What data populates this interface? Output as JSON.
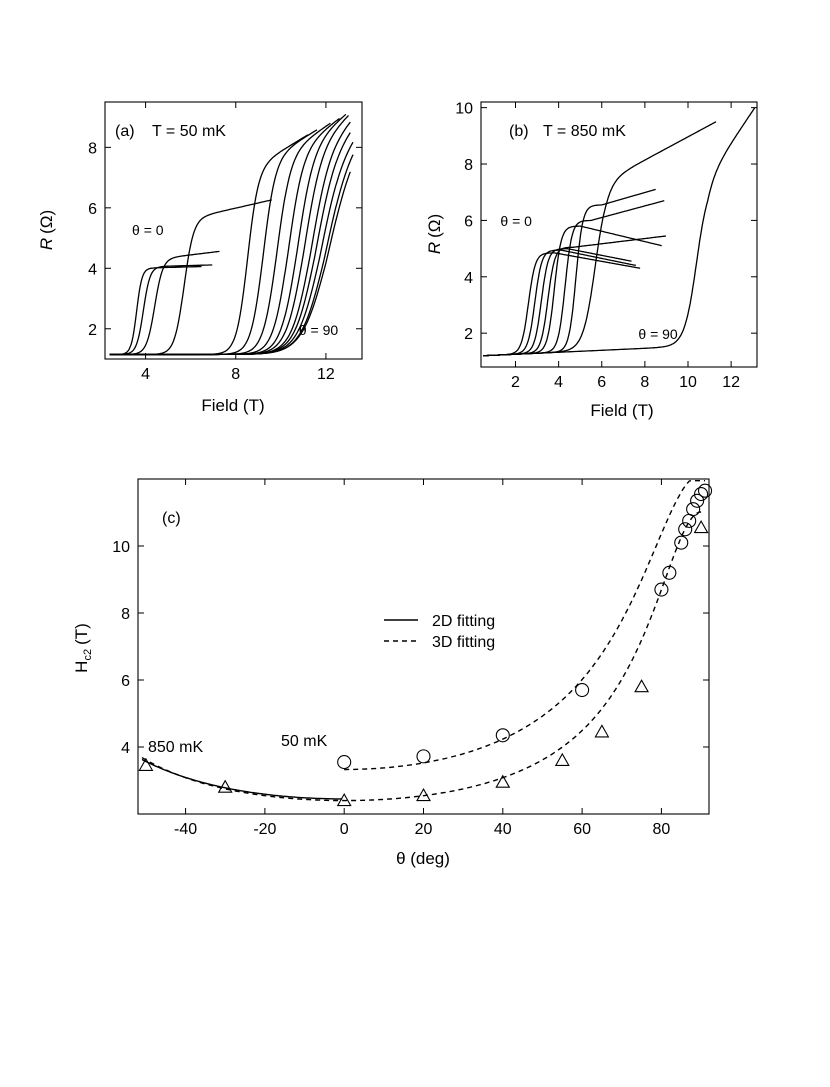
{
  "chart_data": [
    {
      "type": "line",
      "panel_label": "(a)",
      "title": "T = 50 mK",
      "xlabel": "Field (T)",
      "ylabel_italic": "R",
      "ylabel_unit": "(Ω)",
      "xlim": [
        2.2,
        13.6
      ],
      "ylim": [
        1.0,
        9.5
      ],
      "xticks": [
        4,
        8,
        12
      ],
      "yticks": [
        2,
        4,
        6,
        8
      ],
      "annotations": [
        {
          "text": "θ = 0",
          "x": 3.4,
          "y": 5.1
        },
        {
          "text": "θ = 90",
          "x": 10.8,
          "y": 1.8
        }
      ],
      "series": [
        {
          "Hc": 3.6,
          "Rn": 4.0,
          "end": 6.5,
          "slope": 0.02
        },
        {
          "Hc": 3.9,
          "Rn": 4.05,
          "end": 7.0,
          "slope": 0.02
        },
        {
          "Hc": 4.4,
          "Rn": 4.3,
          "end": 7.3,
          "slope": 0.09
        },
        {
          "Hc": 5.7,
          "Rn": 5.6,
          "end": 9.6,
          "slope": 0.17
        },
        {
          "Hc": 8.5,
          "Rn": 7.2,
          "end": 11.2,
          "slope": 0.45
        },
        {
          "Hc": 9.2,
          "Rn": 7.5,
          "end": 11.6,
          "slope": 0.45
        },
        {
          "Hc": 9.8,
          "Rn": 7.6,
          "end": 12.2,
          "slope": 0.5
        },
        {
          "Hc": 10.3,
          "Rn": 7.7,
          "end": 12.6,
          "slope": 0.55
        },
        {
          "Hc": 10.7,
          "Rn": 7.8,
          "end": 12.9,
          "slope": 0.6
        },
        {
          "Hc": 11.0,
          "Rn": 7.8,
          "end": 13.0,
          "slope": 0.65
        },
        {
          "Hc": 11.3,
          "Rn": 7.7,
          "end": 13.1,
          "slope": 0.7
        },
        {
          "Hc": 11.5,
          "Rn": 7.6,
          "end": 13.1,
          "slope": 0.7
        },
        {
          "Hc": 11.7,
          "Rn": 7.4,
          "end": 13.2,
          "slope": 0.72
        },
        {
          "Hc": 11.9,
          "Rn": 7.3,
          "end": 13.2,
          "slope": 0.75
        },
        {
          "Hc": 12.0,
          "Rn": 7.2,
          "end": 13.1,
          "slope": 0.75
        }
      ]
    },
    {
      "type": "line",
      "panel_label": "(b)",
      "title": "T = 850 mK",
      "xlabel": "Field (T)",
      "ylabel_italic": "R",
      "ylabel_unit": "(Ω)",
      "xlim": [
        0.4,
        13.2
      ],
      "ylim": [
        0.8,
        10.2
      ],
      "xticks": [
        2,
        4,
        6,
        8,
        10,
        12
      ],
      "yticks": [
        2,
        4,
        6,
        8,
        10
      ],
      "annotations": [
        {
          "text": "θ = 0",
          "x": 1.3,
          "y": 5.8
        },
        {
          "text": "θ = 90",
          "x": 7.7,
          "y": 1.8
        }
      ],
      "series": [
        {
          "Hc": 2.6,
          "Rn": 4.85,
          "end": 7.8,
          "type": "peak",
          "tail": 4.3
        },
        {
          "Hc": 2.9,
          "Rn": 4.95,
          "end": 7.6,
          "type": "peak",
          "tail": 4.4
        },
        {
          "Hc": 3.2,
          "Rn": 5.0,
          "end": 7.4,
          "type": "peak",
          "tail": 4.55
        },
        {
          "Hc": 3.5,
          "Rn": 5.05,
          "end": 9.0,
          "type": "peak",
          "tail": 5.45
        },
        {
          "Hc": 3.8,
          "Rn": 5.8,
          "end": 8.8,
          "type": "peak",
          "tail": 5.1
        },
        {
          "Hc": 4.3,
          "Rn": 6.0,
          "end": 8.9,
          "type": "peak",
          "tail": 6.7
        },
        {
          "Hc": 4.8,
          "Rn": 6.55,
          "end": 8.5,
          "type": "peak",
          "tail": 7.1
        },
        {
          "Hc": 5.7,
          "Rn": 7.4,
          "end": 11.3,
          "type": "rise",
          "tail": 9.5
        },
        {
          "Hc": 10.4,
          "Rn": 7.5,
          "end": 13.1,
          "type": "rise",
          "tail": 10.0
        }
      ]
    },
    {
      "type": "scatter",
      "panel_label": "(c)",
      "xlabel": "θ  (deg)",
      "ylabel_main": "H",
      "ylabel_sub": "c2",
      "ylabel_unit": "(T)",
      "xlim": [
        -52,
        92
      ],
      "ylim": [
        2.0,
        12.0
      ],
      "xticks": [
        -40,
        -20,
        0,
        20,
        40,
        60,
        80
      ],
      "yticks": [
        4,
        6,
        8,
        10
      ],
      "legend": [
        {
          "label": "2D fitting",
          "style": "solid"
        },
        {
          "label": "3D fitting",
          "style": "dashed"
        }
      ],
      "series": [
        {
          "name": "50 mK",
          "marker": "circle",
          "fit_params": {
            "h_perp": 3.58,
            "h_par": 11.9
          },
          "x": [
            0,
            20,
            40,
            60,
            80,
            82,
            85,
            86,
            87,
            88,
            89,
            90,
            91
          ],
          "y": [
            3.55,
            3.72,
            4.35,
            5.7,
            8.7,
            9.2,
            10.1,
            10.5,
            10.75,
            11.1,
            11.35,
            11.55,
            11.65
          ]
        },
        {
          "name": "850 mK",
          "marker": "triangle",
          "fit_params": {
            "h_perp": 2.45,
            "h_par": 10.8
          },
          "x": [
            -50,
            -30,
            0,
            20,
            40,
            55,
            65,
            75,
            90
          ],
          "y": [
            3.45,
            2.8,
            2.4,
            2.55,
            2.95,
            3.6,
            4.45,
            5.8,
            10.55
          ]
        }
      ]
    }
  ]
}
